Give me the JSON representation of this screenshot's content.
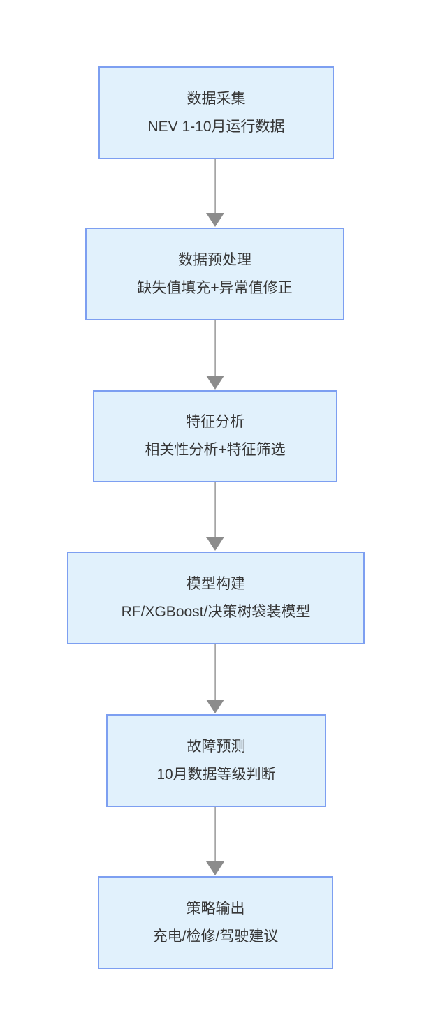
{
  "flowchart": {
    "direction": "top-to-bottom",
    "colors": {
      "box_fill": "#e1f1fc",
      "box_border": "#7d9ff1",
      "arrow_line": "#bdbdbd",
      "arrow_head": "#8c8c8c",
      "text": "#363636",
      "background": "#ffffff"
    },
    "steps": [
      {
        "title": "数据采集",
        "subtitle": "NEV 1-10月运行数据"
      },
      {
        "title": "数据预处理",
        "subtitle": "缺失值填充+异常值修正"
      },
      {
        "title": "特征分析",
        "subtitle": "相关性分析+特征筛选"
      },
      {
        "title": "模型构建",
        "subtitle": "RF/XGBoost/决策树袋装模型"
      },
      {
        "title": "故障预测",
        "subtitle": "10月数据等级判断"
      },
      {
        "title": "策略输出",
        "subtitle": "充电/检修/驾驶建议"
      }
    ],
    "connector_count": 5
  }
}
